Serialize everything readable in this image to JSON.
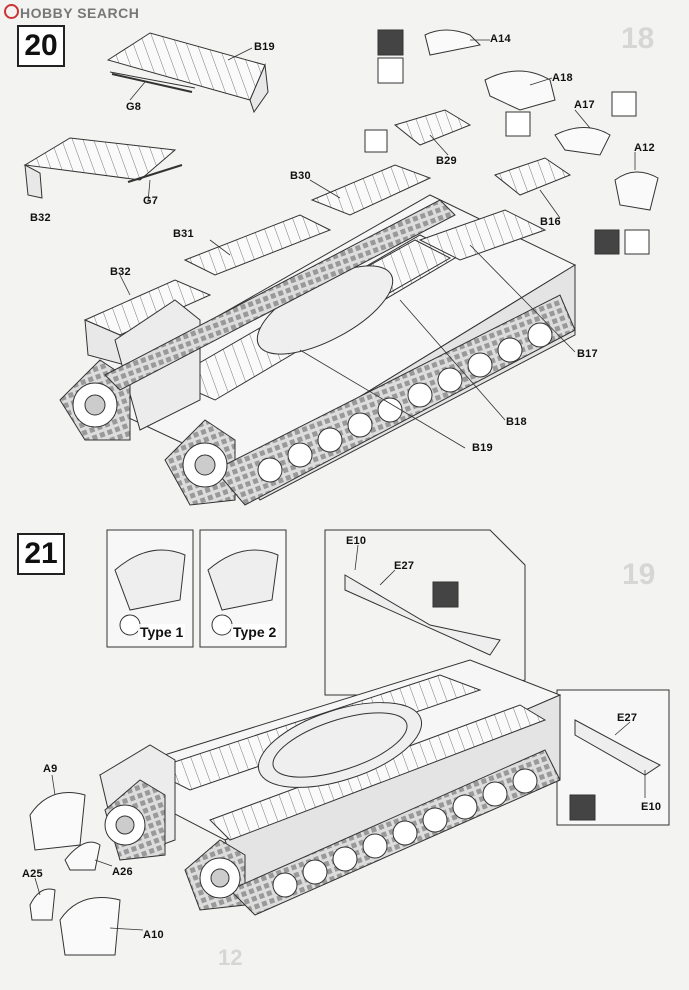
{
  "watermark": {
    "brand": "HOBBY SEARCH"
  },
  "steps": [
    {
      "number": "20"
    },
    {
      "number": "21"
    }
  ],
  "ghost_numbers": [
    "18",
    "19",
    "12"
  ],
  "step20_labels": {
    "B19_top": "B19",
    "G8": "G8",
    "B32_left": "B32",
    "G7": "G7",
    "B30": "B30",
    "B31": "B31",
    "B32_lower": "B32",
    "A14": "A14",
    "A18": "A18",
    "B29": "B29",
    "A17": "A17",
    "A12": "A12",
    "B16": "B16",
    "B17": "B17",
    "B18": "B18",
    "B19_bottom": "B19"
  },
  "step21_labels": {
    "type1": "Type 1",
    "type2": "Type 2",
    "E10_inset": "E10",
    "E27_inset": "E27",
    "E27_right": "E27",
    "E10_right": "E10",
    "A9": "A9",
    "A26": "A26",
    "A25": "A25",
    "A10": "A10"
  },
  "colors": {
    "ink": "#222222",
    "paper": "#f3f3f1",
    "watermark_red": "#cc3333"
  }
}
